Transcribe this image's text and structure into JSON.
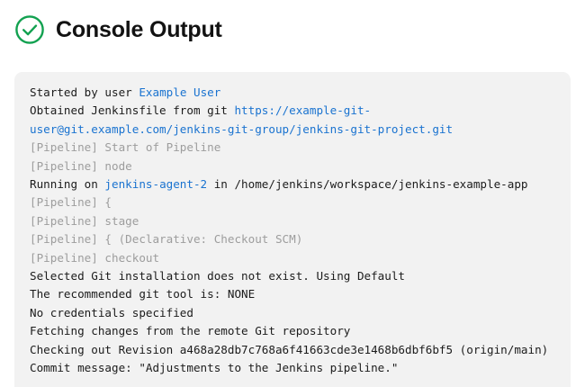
{
  "header": {
    "title": "Console Output",
    "status_icon": "check-circle-icon",
    "status_color": "#12a150"
  },
  "theme": {
    "panel_background": "#f2f2f2",
    "text_color": "#1c1c1c",
    "muted_text_color": "#9d9d9d",
    "link_color": "#1a73d0",
    "page_background": "#ffffff"
  },
  "console": {
    "lines": [
      {
        "id": "line-started-by-user",
        "muted": false,
        "parts": [
          {
            "text": "Started by user ",
            "type": "plain"
          },
          {
            "text": "Example User",
            "type": "link"
          }
        ]
      },
      {
        "id": "line-obtained-jenkinsfile",
        "muted": false,
        "parts": [
          {
            "text": "Obtained Jenkinsfile from git ",
            "type": "plain"
          },
          {
            "text": "https://example-git-user@git.example.com/jenkins-git-group/jenkins-git-project.git",
            "type": "link"
          }
        ]
      },
      {
        "id": "line-pipeline-start",
        "muted": true,
        "parts": [
          {
            "text": "[Pipeline] Start of Pipeline",
            "type": "plain"
          }
        ]
      },
      {
        "id": "line-pipeline-node",
        "muted": true,
        "parts": [
          {
            "text": "[Pipeline] node",
            "type": "plain"
          }
        ]
      },
      {
        "id": "line-running-on",
        "muted": false,
        "parts": [
          {
            "text": "Running on ",
            "type": "plain"
          },
          {
            "text": "jenkins-agent-2",
            "type": "link"
          },
          {
            "text": " in /home/jenkins/workspace/jenkins-example-app",
            "type": "plain"
          }
        ]
      },
      {
        "id": "line-pipeline-open-brace",
        "muted": true,
        "parts": [
          {
            "text": "[Pipeline] {",
            "type": "plain"
          }
        ]
      },
      {
        "id": "line-pipeline-stage",
        "muted": true,
        "parts": [
          {
            "text": "[Pipeline] stage",
            "type": "plain"
          }
        ]
      },
      {
        "id": "line-pipeline-declarative-checkout",
        "muted": true,
        "parts": [
          {
            "text": "[Pipeline] { (Declarative: Checkout SCM)",
            "type": "plain"
          }
        ]
      },
      {
        "id": "line-pipeline-checkout",
        "muted": true,
        "parts": [
          {
            "text": "[Pipeline] checkout",
            "type": "plain"
          }
        ]
      },
      {
        "id": "line-selected-git-installation",
        "muted": false,
        "parts": [
          {
            "text": "Selected Git installation does not exist. Using Default",
            "type": "plain"
          }
        ]
      },
      {
        "id": "line-recommended-git-tool",
        "muted": false,
        "parts": [
          {
            "text": "The recommended git tool is: NONE",
            "type": "plain"
          }
        ]
      },
      {
        "id": "line-no-credentials",
        "muted": false,
        "parts": [
          {
            "text": "No credentials specified",
            "type": "plain"
          }
        ]
      },
      {
        "id": "line-fetching-changes",
        "muted": false,
        "parts": [
          {
            "text": "Fetching changes from the remote Git repository",
            "type": "plain"
          }
        ]
      },
      {
        "id": "line-checking-out-revision",
        "muted": false,
        "parts": [
          {
            "text": "Checking out Revision a468a28db7c768a6f41663cde3e1468b6dbf6bf5 (origin/main)",
            "type": "plain"
          }
        ]
      },
      {
        "id": "line-commit-message",
        "muted": false,
        "parts": [
          {
            "text": "Commit message: \"Adjustments to the Jenkins pipeline.\"",
            "type": "plain"
          }
        ]
      }
    ]
  }
}
